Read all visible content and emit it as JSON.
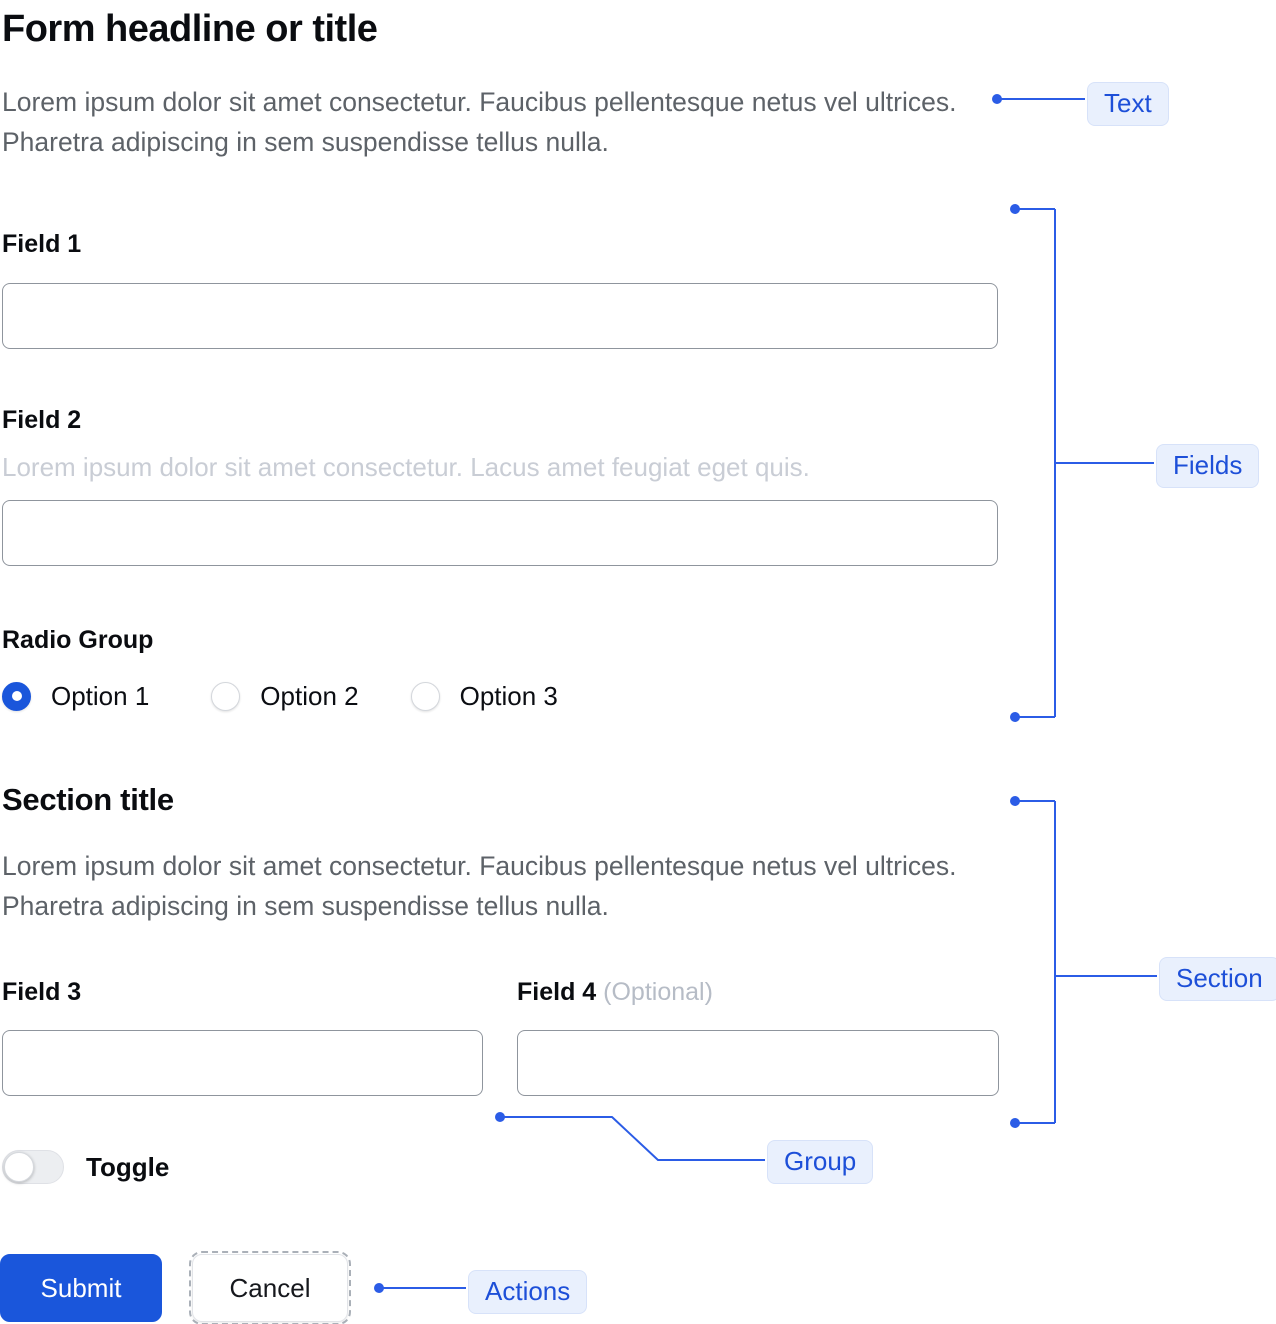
{
  "page": {
    "title": "Form headline or title",
    "intro": "Lorem ipsum dolor sit amet consectetur. Faucibus pellentesque netus vel ultrices. Pharetra adipiscing in sem suspendisse tellus nulla."
  },
  "form": {
    "field1_label": "Field 1",
    "field1_value": "",
    "field2_label": "Field 2",
    "field2_help": "Lorem ipsum dolor sit amet consectetur. Lacus amet feugiat eget quis.",
    "field2_value": "",
    "radio_group_label": "Radio Group",
    "radio_options": [
      {
        "label": "Option 1",
        "selected": true
      },
      {
        "label": "Option 2",
        "selected": false
      },
      {
        "label": "Option 3",
        "selected": false
      }
    ]
  },
  "section": {
    "title": "Section title",
    "description": "Lorem ipsum dolor sit amet consectetur. Faucibus pellentesque netus vel ultrices. Pharetra adipiscing in sem suspendisse tellus nulla.",
    "field3_label": "Field 3",
    "field3_value": "",
    "field4_label": "Field 4",
    "field4_optional": "(Optional)",
    "field4_value": "",
    "toggle_label": "Toggle",
    "toggle_on": false
  },
  "actions": {
    "submit_label": "Submit",
    "cancel_label": "Cancel"
  },
  "annotations": {
    "text_label": "Text",
    "fields_label": "Fields",
    "section_label": "Section",
    "group_label": "Group",
    "actions_label": "Actions"
  },
  "colors": {
    "accent_blue": "#1a56db",
    "connector_blue": "#2b5ce6",
    "annotation_bg": "#e9f0fd",
    "annotation_text": "#1d4fd8"
  }
}
